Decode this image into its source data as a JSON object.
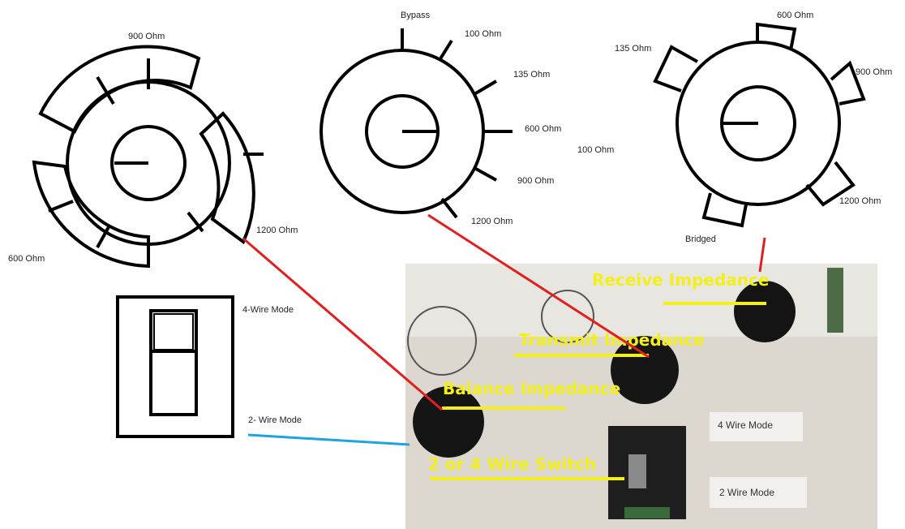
{
  "dials": {
    "balance": {
      "positions": [
        "900 Ohm",
        "1200 Ohm",
        "600 Ohm"
      ]
    },
    "transmit": {
      "positions": [
        "Bypass",
        "100 Ohm",
        "135 Ohm",
        "600 Ohm",
        "900 Ohm",
        "1200 Ohm"
      ]
    },
    "receive": {
      "positions": [
        "600 Ohm",
        "900 Ohm",
        "135 Ohm",
        "100 Ohm",
        "1200 Ohm",
        "Bridged"
      ]
    }
  },
  "switch_diagram": {
    "top_label": "4-Wire Mode",
    "bottom_label": "2- Wire Mode"
  },
  "photo": {
    "labels": {
      "receive": "Receive Impedance",
      "transmit": "Transmit Impedance",
      "balance": "Balance Impedance",
      "switch": "2 or 4 Wire Switch"
    },
    "panel_labels": {
      "four_wire": "4 Wire Mode",
      "two_wire": "2 Wire Mode"
    }
  },
  "colors": {
    "pointer_line": "#e02020",
    "switch_line": "#1fa3e0",
    "photo_label": "#f2ef1b"
  }
}
